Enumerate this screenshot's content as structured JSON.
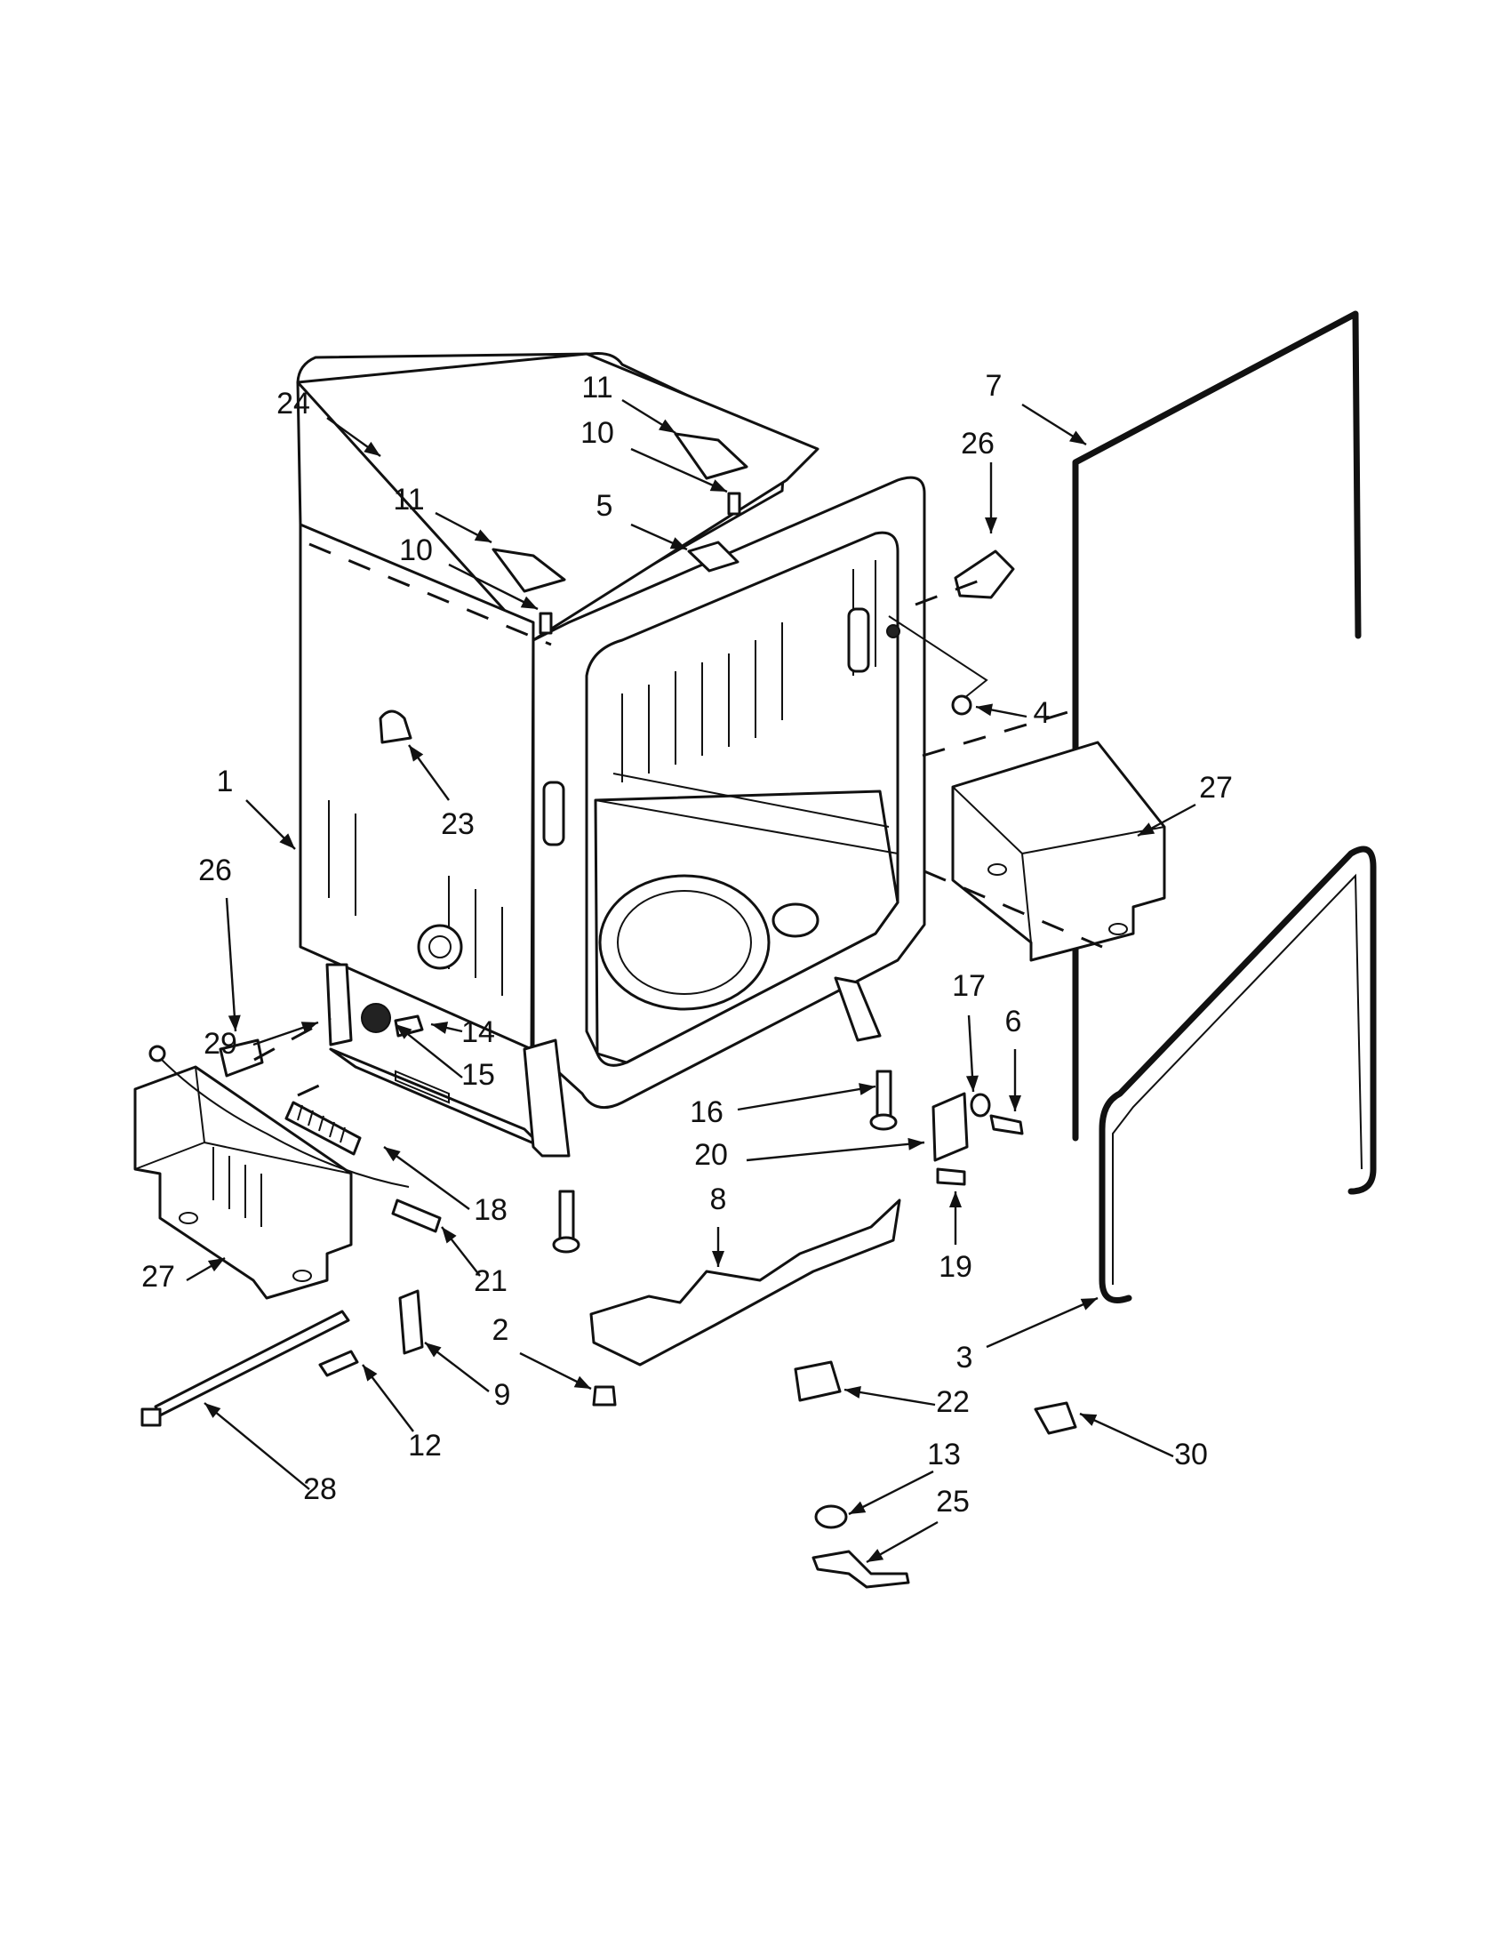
{
  "diagram": {
    "callout_colors": {
      "line": "#111111",
      "background": "#ffffff"
    },
    "callouts": [
      {
        "id": "c24",
        "label": "24"
      },
      {
        "id": "c11a",
        "label": "11"
      },
      {
        "id": "c10a",
        "label": "10"
      },
      {
        "id": "c11b",
        "label": "11"
      },
      {
        "id": "c10b",
        "label": "10"
      },
      {
        "id": "c5",
        "label": "5"
      },
      {
        "id": "c7",
        "label": "7"
      },
      {
        "id": "c26a",
        "label": "26"
      },
      {
        "id": "c4",
        "label": "4"
      },
      {
        "id": "c27a",
        "label": "27"
      },
      {
        "id": "c23",
        "label": "23"
      },
      {
        "id": "c1",
        "label": "1"
      },
      {
        "id": "c26b",
        "label": "26"
      },
      {
        "id": "c29",
        "label": "29"
      },
      {
        "id": "c14",
        "label": "14"
      },
      {
        "id": "c15",
        "label": "15"
      },
      {
        "id": "c17",
        "label": "17"
      },
      {
        "id": "c6",
        "label": "6"
      },
      {
        "id": "c16",
        "label": "16"
      },
      {
        "id": "c20",
        "label": "20"
      },
      {
        "id": "c8",
        "label": "8"
      },
      {
        "id": "c18",
        "label": "18"
      },
      {
        "id": "c21",
        "label": "21"
      },
      {
        "id": "c19",
        "label": "19"
      },
      {
        "id": "c27b",
        "label": "27"
      },
      {
        "id": "c2",
        "label": "2"
      },
      {
        "id": "c3",
        "label": "3"
      },
      {
        "id": "c9",
        "label": "9"
      },
      {
        "id": "c22",
        "label": "22"
      },
      {
        "id": "c30",
        "label": "30"
      },
      {
        "id": "c12",
        "label": "12"
      },
      {
        "id": "c28",
        "label": "28"
      },
      {
        "id": "c13",
        "label": "13"
      },
      {
        "id": "c25",
        "label": "25"
      }
    ]
  }
}
